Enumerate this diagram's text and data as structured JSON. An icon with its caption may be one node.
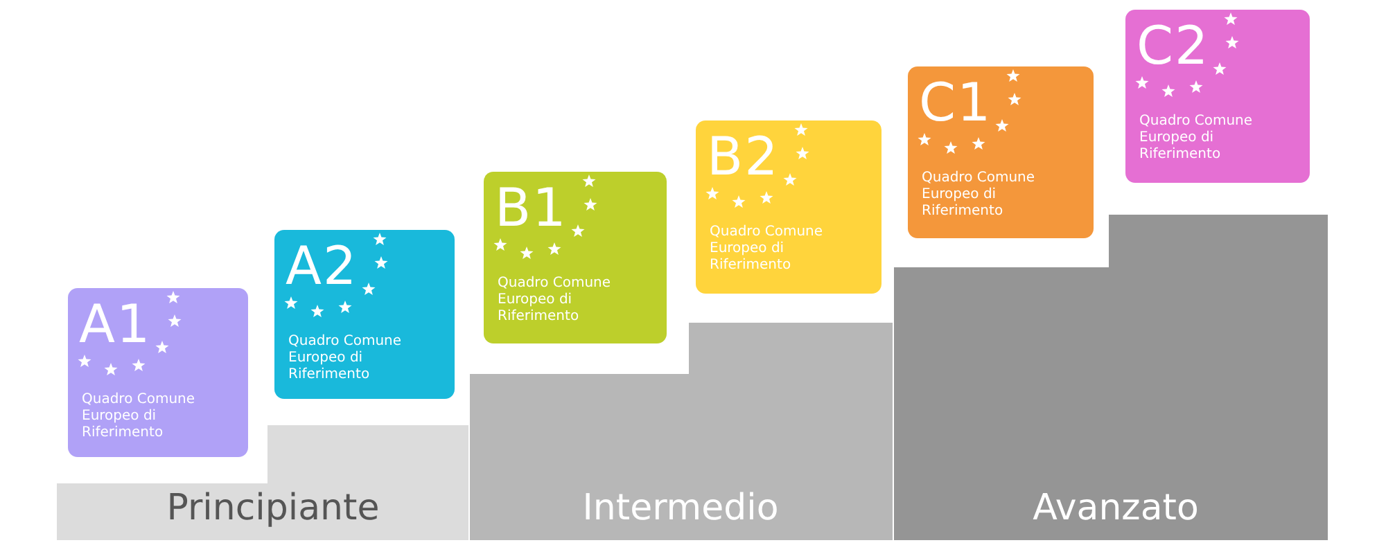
{
  "diagram": {
    "nodes": [
      {
        "text": [
          "A1",
          "Quadro Comune Europeo di Riferimento"
        ]
      },
      {
        "text": [
          "A2",
          "Quadro Comune Europeo di Riferimento"
        ]
      },
      {
        "text": [
          "B1",
          "Quadro Comune Europeo di Riferimento"
        ]
      },
      {
        "text": [
          "B2",
          "Quadro Comune Europeo di Riferimento"
        ]
      },
      {
        "text": [
          "C1",
          "Quadro Comune Europeo di Riferimento"
        ]
      },
      {
        "text": [
          "C2",
          "Quadro Comune Europeo di Riferimento"
        ]
      },
      {
        "text": [
          "Principiante"
        ]
      },
      {
        "text": [
          "Intermedio"
        ]
      },
      {
        "text": [
          "Avanzato"
        ]
      }
    ]
  }
}
